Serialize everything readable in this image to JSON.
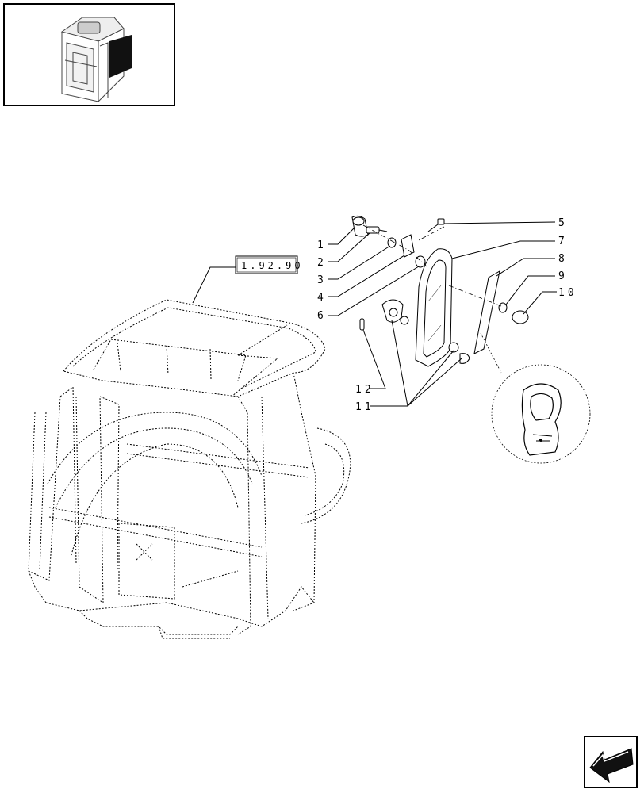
{
  "reference_box": "1.92.90",
  "callouts": [
    {
      "n": "1"
    },
    {
      "n": "2"
    },
    {
      "n": "3"
    },
    {
      "n": "4"
    },
    {
      "n": "5"
    },
    {
      "n": "6"
    },
    {
      "n": "7"
    },
    {
      "n": "8"
    },
    {
      "n": "9"
    },
    {
      "n": "10"
    },
    {
      "n": "11"
    },
    {
      "n": "12"
    }
  ],
  "icons": {
    "thumbnail": "cab-thumbnail-icon",
    "navigation": "next-page-arrow-icon"
  },
  "colors": {
    "line": "#000000",
    "background": "#ffffff",
    "thumb_panel": "#111111"
  }
}
